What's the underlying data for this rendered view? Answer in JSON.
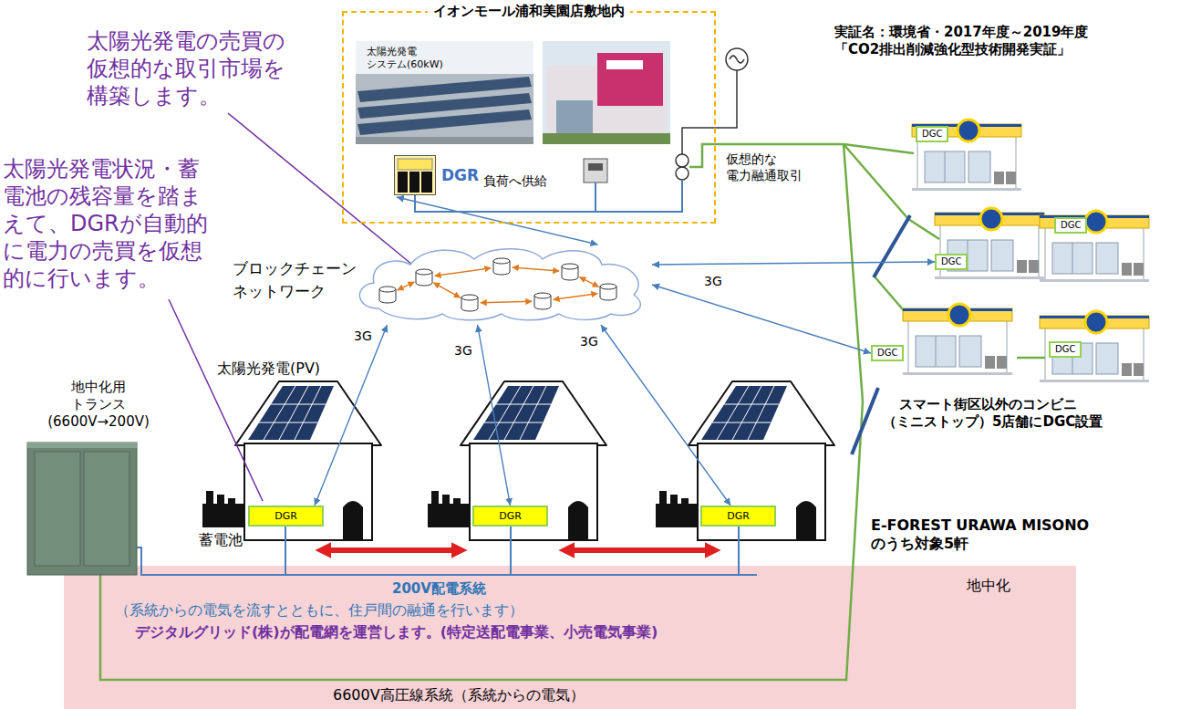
{
  "diagram": {
    "nodes": [
      {
        "text": [
          "イオンモール浦和美園店敷地内"
        ]
      },
      {
        "text": [
          "DGR"
        ],
        "in": 0
      },
      {
        "text": [
          "ブロックチェーン ネットワーク"
        ]
      },
      {
        "text": [
          "DGR"
        ]
      },
      {
        "text": [
          "DGR"
        ]
      },
      {
        "text": [
          "DGR"
        ]
      },
      {
        "text": [
          "DGC"
        ]
      },
      {
        "text": [
          "DGC"
        ]
      },
      {
        "text": [
          "DGC"
        ]
      },
      {
        "text": [
          "DGC"
        ]
      },
      {
        "text": [
          "DGC"
        ]
      },
      {
        "text": [
          "地中化"
        ]
      }
    ],
    "edges": [
      {
        "from": 2,
        "to": 1,
        "arrow": "both"
      },
      {
        "from": 2,
        "to": 3,
        "label": "3G",
        "arrow": "both"
      },
      {
        "from": 2,
        "to": 4,
        "label": "3G",
        "arrow": "both"
      },
      {
        "from": 2,
        "to": 5,
        "label": "3G",
        "arrow": "both"
      },
      {
        "from": 2,
        "to": 9,
        "label": "3G",
        "arrow": "both"
      },
      {
        "from": 2,
        "to": 7,
        "arrow": "both"
      }
    ],
    "labels": [
      "実証名：環境省・2017年度～2019年度 「CO2排出削減強化型技術開発実証」",
      "太陽光発電の売買の 仮想的な取引市場を 構築します。",
      "太陽光発電状況・蓄 電池の残容量を踏ま えて、DGRが自動的 に電力の売買を仮想 的に行います。",
      "太陽光発電 システム(60kW)",
      "負荷へ供給",
      "仮想的な 電力融通取引",
      "太陽光発電(PV)",
      "蓄電池",
      "地中化用 トランス (6600V→200V)",
      "スマート街区以外のコンビニ （ミニストップ）5店舗にDGC設置",
      "E-FOREST URAWA MISONO のうち対象5軒",
      "200V配電系統",
      "（系統からの電気を流すとともに、住戸間の融通を行います）",
      "デジタルグリッド(株)が配電網を運営します。(特定送配電事業、小売電気事業)",
      "6600V高圧線系統（系統からの電気）"
    ]
  }
}
